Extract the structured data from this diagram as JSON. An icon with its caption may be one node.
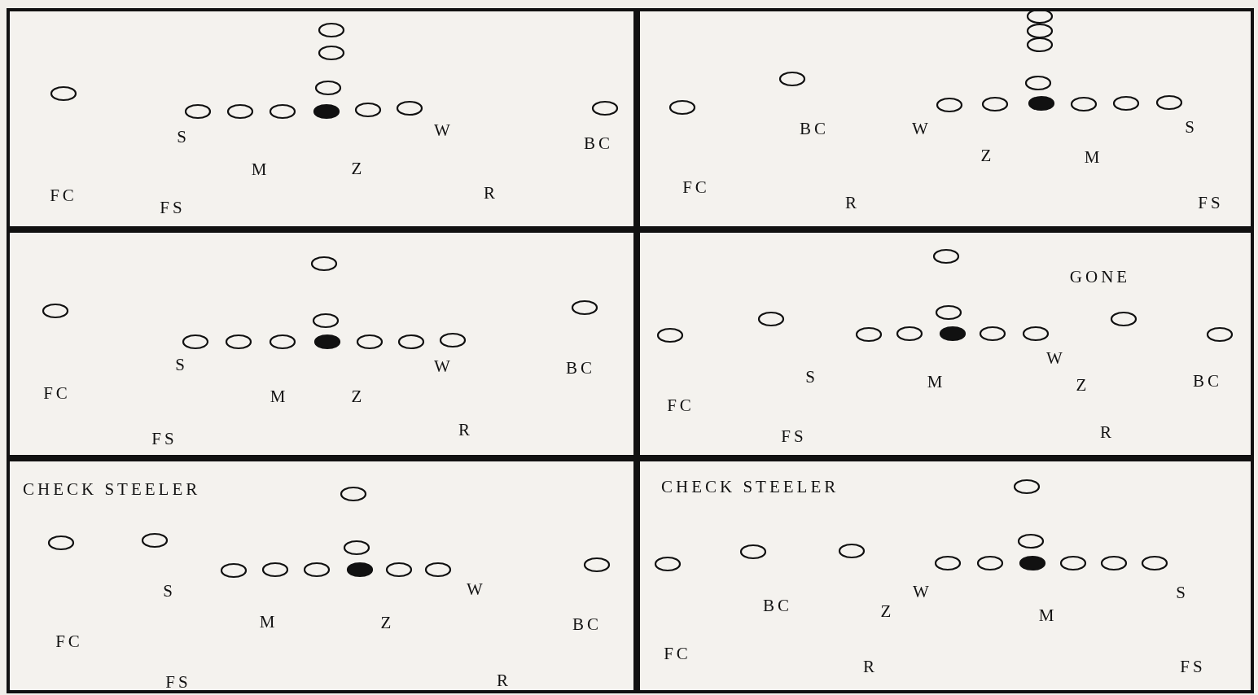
{
  "diagram": {
    "nodes": [
      {
        "text": [
          "S",
          "W",
          "BC",
          "M",
          "Z",
          "FC",
          "R",
          "FS"
        ]
      },
      {
        "text": [
          "BC",
          "W",
          "S",
          "Z",
          "M",
          "FC",
          "R",
          "FS"
        ]
      },
      {
        "text": [
          "S",
          "W",
          "BC",
          "FC",
          "M",
          "Z",
          "R",
          "FS"
        ]
      },
      {
        "text": [
          "GONE",
          "W",
          "S",
          "M",
          "Z",
          "BC",
          "FC",
          "FS",
          "R"
        ]
      },
      {
        "text": [
          "CHECK STEELER",
          "S",
          "W",
          "M",
          "Z",
          "BC",
          "FC",
          "FS",
          "R"
        ]
      },
      {
        "text": [
          "CHECK STEELER",
          "W",
          "S",
          "BC",
          "Z",
          "M",
          "FC",
          "R",
          "FS"
        ]
      }
    ],
    "edges": []
  }
}
